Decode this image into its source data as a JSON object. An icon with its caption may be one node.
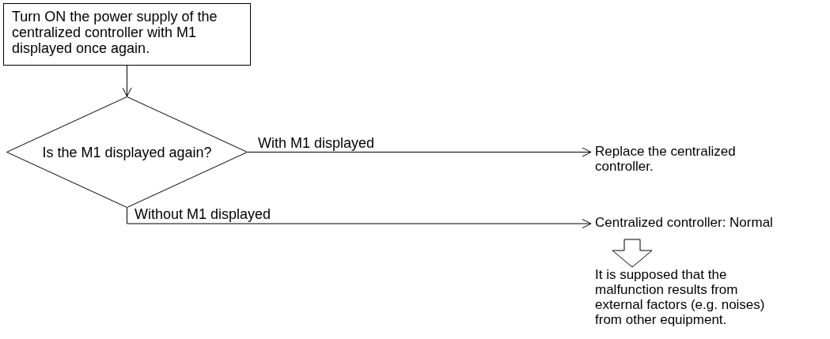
{
  "diagram": {
    "nodes": [
      {
        "text": [
          "Turn ON the power supply of the centralized controller with M1 displayed once again."
        ]
      },
      {
        "text": [
          "Is the M1 displayed again?"
        ]
      },
      {
        "text": [
          "Replace the centralized controller."
        ]
      },
      {
        "text": [
          "Centralized controller: Normal"
        ]
      },
      {
        "text": [
          "It is supposed that the malfunction results from external factors (e.g. noises) from other equipment."
        ]
      }
    ],
    "edges": [
      {
        "from": 0,
        "to": 1,
        "arrow": "to"
      },
      {
        "from": 1,
        "to": 2,
        "arrow": "to",
        "label": "With M1 displayed"
      },
      {
        "from": 1,
        "to": 3,
        "arrow": "to",
        "label": "Without M1 displayed"
      },
      {
        "from": 3,
        "to": 4,
        "arrow": "to",
        "style": "thick"
      }
    ]
  }
}
